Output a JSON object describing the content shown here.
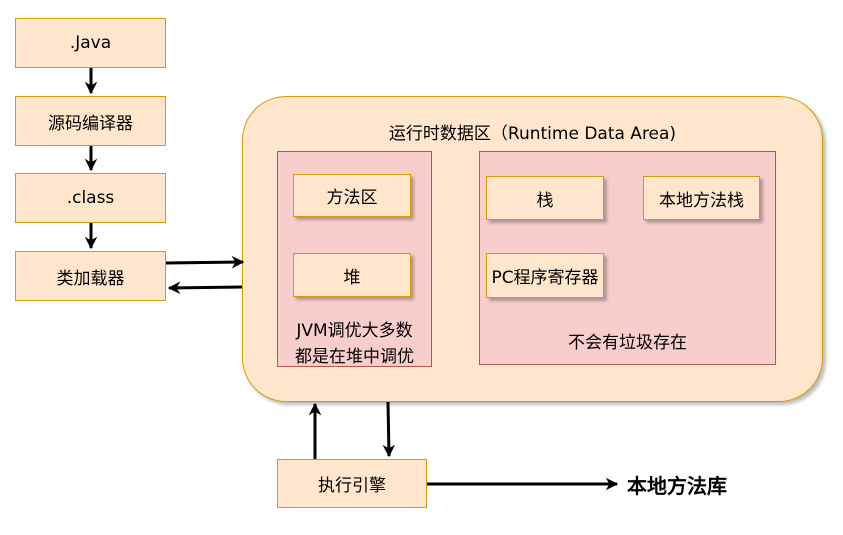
{
  "left_chain": {
    "java": ".Java",
    "compiler": "源码编译器",
    "class_file": ".class",
    "class_loader": "类加载器"
  },
  "runtime_area": {
    "title": "运行时数据区（Runtime Data Area)",
    "shared_region": {
      "method_area": "方法区",
      "heap": "堆",
      "note_line1": "JVM调优大多数",
      "note_line2": "都是在堆中调优"
    },
    "private_region": {
      "stack": "栈",
      "native_stack": "本地方法栈",
      "pc_register": "PC程序寄存器",
      "note": "不会有垃圾存在"
    }
  },
  "execution_engine": "执行引擎",
  "native_library": "本地方法库",
  "colors": {
    "box_fill": "#ffe6cc",
    "box_stroke": "#d79b00",
    "region_fill": "#f8cecc",
    "region_stroke": "#b85450"
  }
}
